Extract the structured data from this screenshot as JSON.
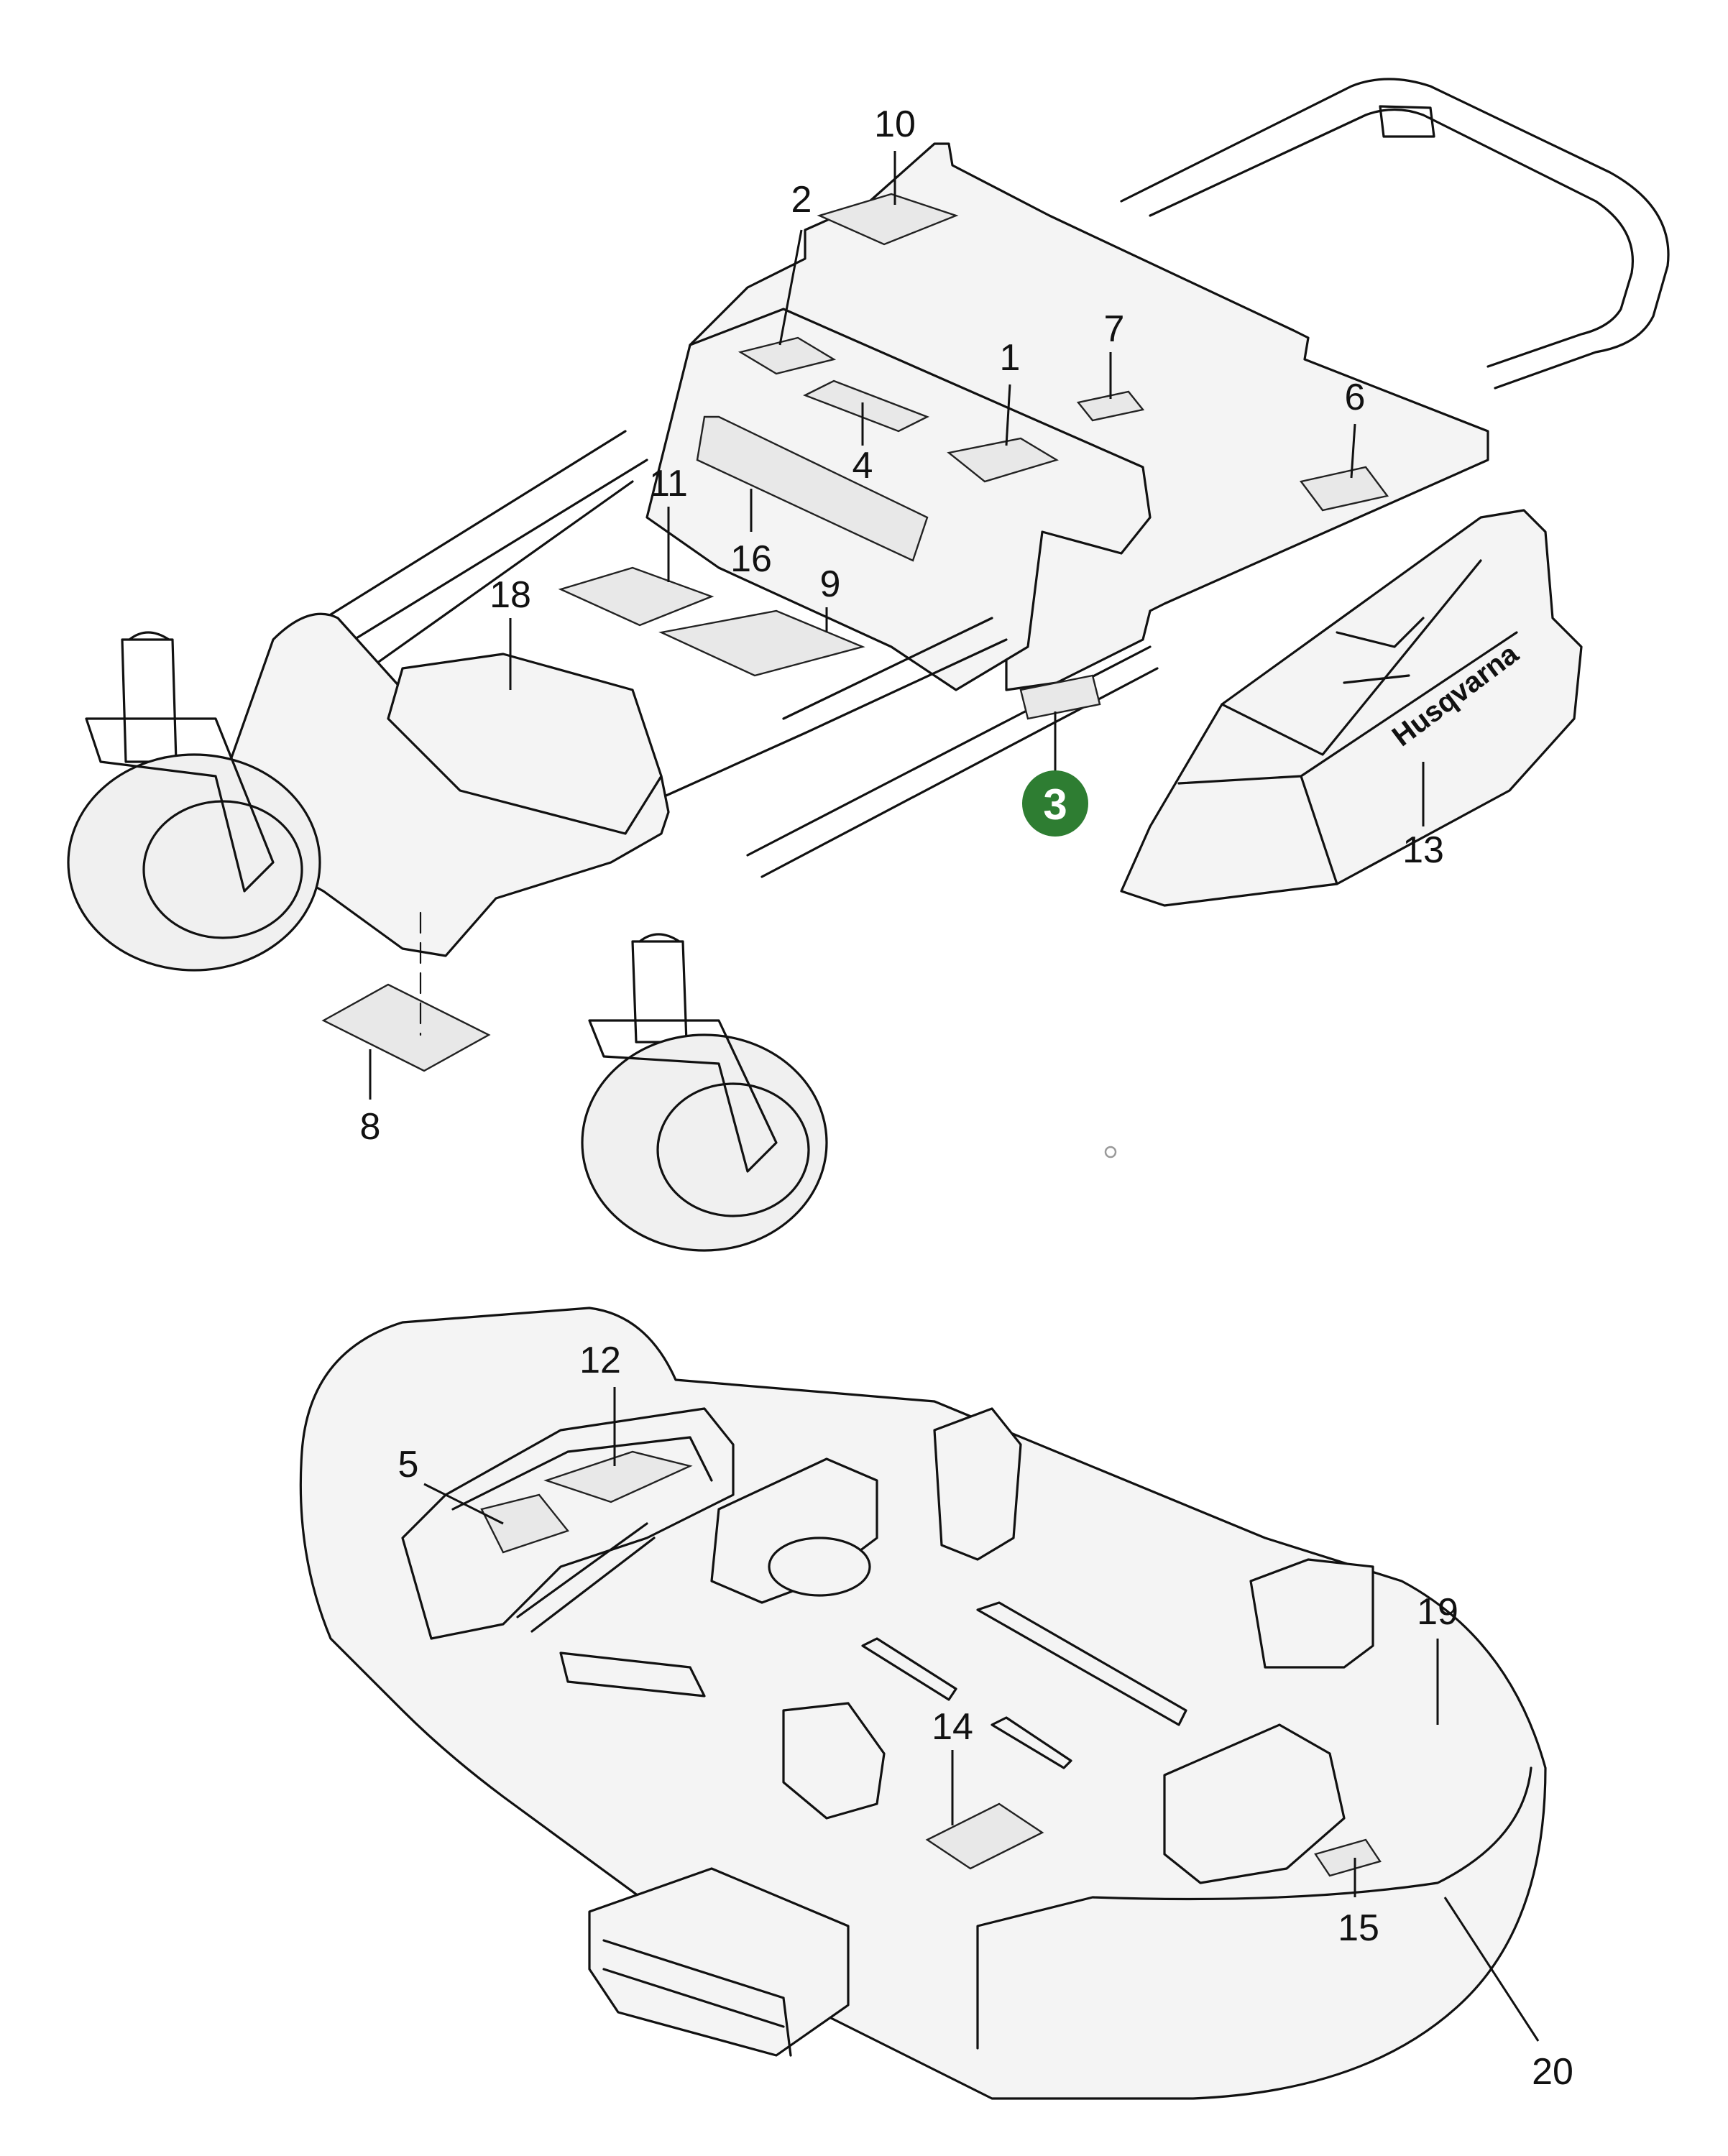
{
  "brand": {
    "name": "Husqvarna"
  },
  "highlight": {
    "number": "3",
    "color": "#2e7d32"
  },
  "callouts": [
    {
      "id": "1",
      "text": "1"
    },
    {
      "id": "2",
      "text": "2"
    },
    {
      "id": "4",
      "text": "4"
    },
    {
      "id": "5",
      "text": "5"
    },
    {
      "id": "6",
      "text": "6"
    },
    {
      "id": "7",
      "text": "7"
    },
    {
      "id": "8",
      "text": "8"
    },
    {
      "id": "9",
      "text": "9"
    },
    {
      "id": "10",
      "text": "10"
    },
    {
      "id": "11",
      "text": "11"
    },
    {
      "id": "12",
      "text": "12"
    },
    {
      "id": "13",
      "text": "13"
    },
    {
      "id": "14",
      "text": "14"
    },
    {
      "id": "15",
      "text": "15"
    },
    {
      "id": "16",
      "text": "16"
    },
    {
      "id": "18",
      "text": "18"
    },
    {
      "id": "19",
      "text": "19"
    },
    {
      "id": "20",
      "text": "20"
    }
  ]
}
